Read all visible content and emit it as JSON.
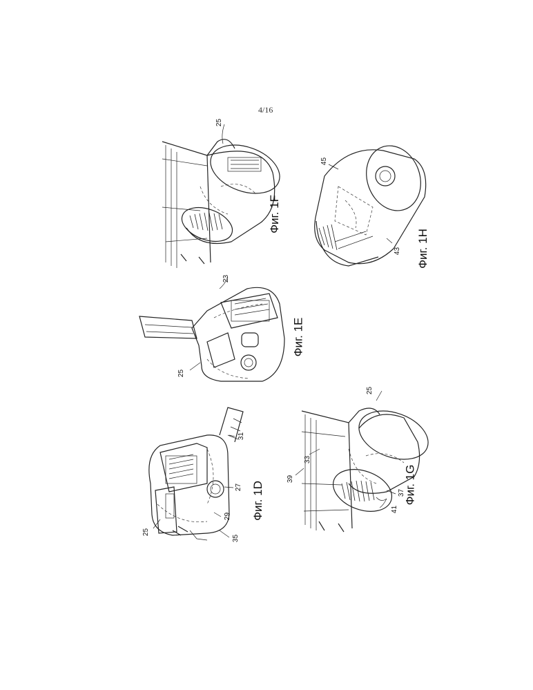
{
  "page_number": "4/16",
  "figures": [
    {
      "id": "1D",
      "caption": "Фиг. 1D",
      "refs": [
        "25",
        "27",
        "29",
        "31",
        "35"
      ]
    },
    {
      "id": "1E",
      "caption": "Фиг. 1E",
      "refs": [
        "25",
        "23"
      ]
    },
    {
      "id": "1F",
      "caption": "Фиг. 1F",
      "refs": [
        "25"
      ]
    },
    {
      "id": "1G",
      "caption": "Фиг. 1G",
      "refs": [
        "25",
        "33",
        "37",
        "39",
        "41"
      ]
    },
    {
      "id": "1H",
      "caption": "Фиг. 1H",
      "refs": [
        "45",
        "43"
      ]
    }
  ]
}
